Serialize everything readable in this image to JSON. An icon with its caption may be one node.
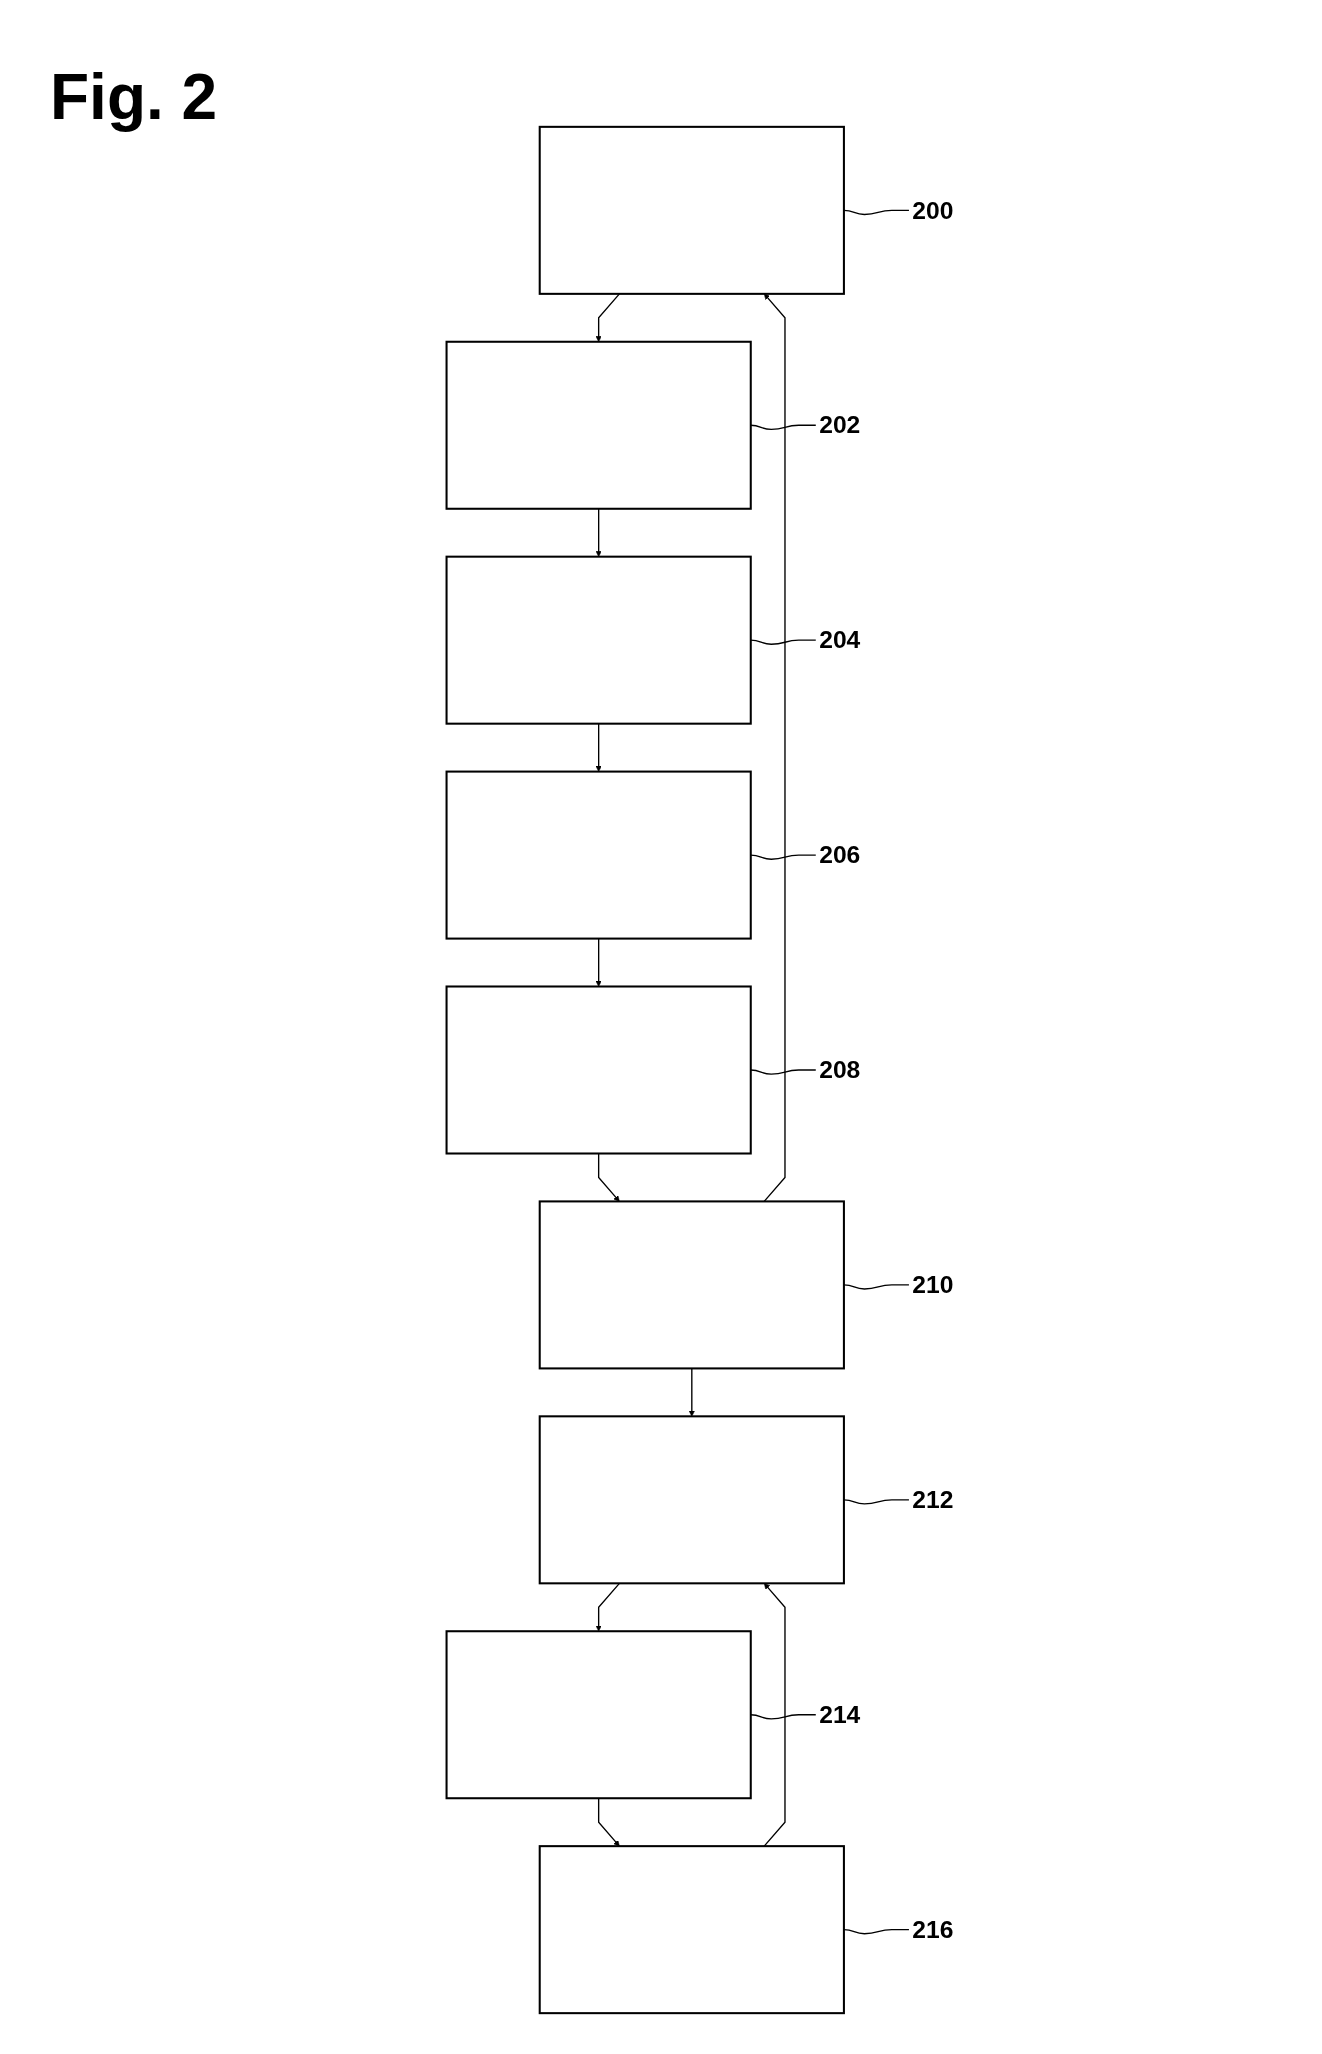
{
  "diagram": {
    "title": "Fig. 2",
    "nodes": [
      {
        "text": [],
        "shape": "box"
      },
      {
        "text": [],
        "shape": "box"
      },
      {
        "text": [],
        "shape": "box"
      },
      {
        "text": [],
        "shape": "box"
      },
      {
        "text": [],
        "shape": "box"
      },
      {
        "text": [],
        "shape": "box"
      },
      {
        "text": [],
        "shape": "box"
      },
      {
        "text": [],
        "shape": "box"
      },
      {
        "text": [],
        "shape": "box"
      },
      {
        "text": [
          "200"
        ]
      },
      {
        "text": [
          "202"
        ]
      },
      {
        "text": [
          "204"
        ]
      },
      {
        "text": [
          "206"
        ]
      },
      {
        "text": [
          "208"
        ]
      },
      {
        "text": [
          "210"
        ]
      },
      {
        "text": [
          "212"
        ]
      },
      {
        "text": [
          "214"
        ]
      },
      {
        "text": [
          "216"
        ]
      }
    ],
    "edges": [
      {
        "from": 0,
        "to": 1,
        "arrow": "to"
      },
      {
        "from": 1,
        "to": 2,
        "arrow": "to"
      },
      {
        "from": 2,
        "to": 3,
        "arrow": "to"
      },
      {
        "from": 3,
        "to": 4,
        "arrow": "to"
      },
      {
        "from": 4,
        "to": 5,
        "arrow": "to"
      },
      {
        "from": 5,
        "to": 0,
        "arrow": "to"
      },
      {
        "from": 5,
        "to": 6,
        "arrow": "to"
      },
      {
        "from": 6,
        "to": 7,
        "arrow": "to"
      },
      {
        "from": 7,
        "to": 8,
        "arrow": "to"
      },
      {
        "from": 8,
        "to": 6,
        "arrow": "to"
      },
      {
        "from": 9,
        "to": 0,
        "arrow": "none"
      },
      {
        "from": 10,
        "to": 1,
        "arrow": "none"
      },
      {
        "from": 11,
        "to": 2,
        "arrow": "none"
      },
      {
        "from": 12,
        "to": 3,
        "arrow": "none"
      },
      {
        "from": 13,
        "to": 4,
        "arrow": "none"
      },
      {
        "from": 14,
        "to": 5,
        "arrow": "none"
      },
      {
        "from": 15,
        "to": 6,
        "arrow": "none"
      },
      {
        "from": 16,
        "to": 7,
        "arrow": "none"
      },
      {
        "from": 17,
        "to": 8,
        "arrow": "none"
      }
    ]
  }
}
